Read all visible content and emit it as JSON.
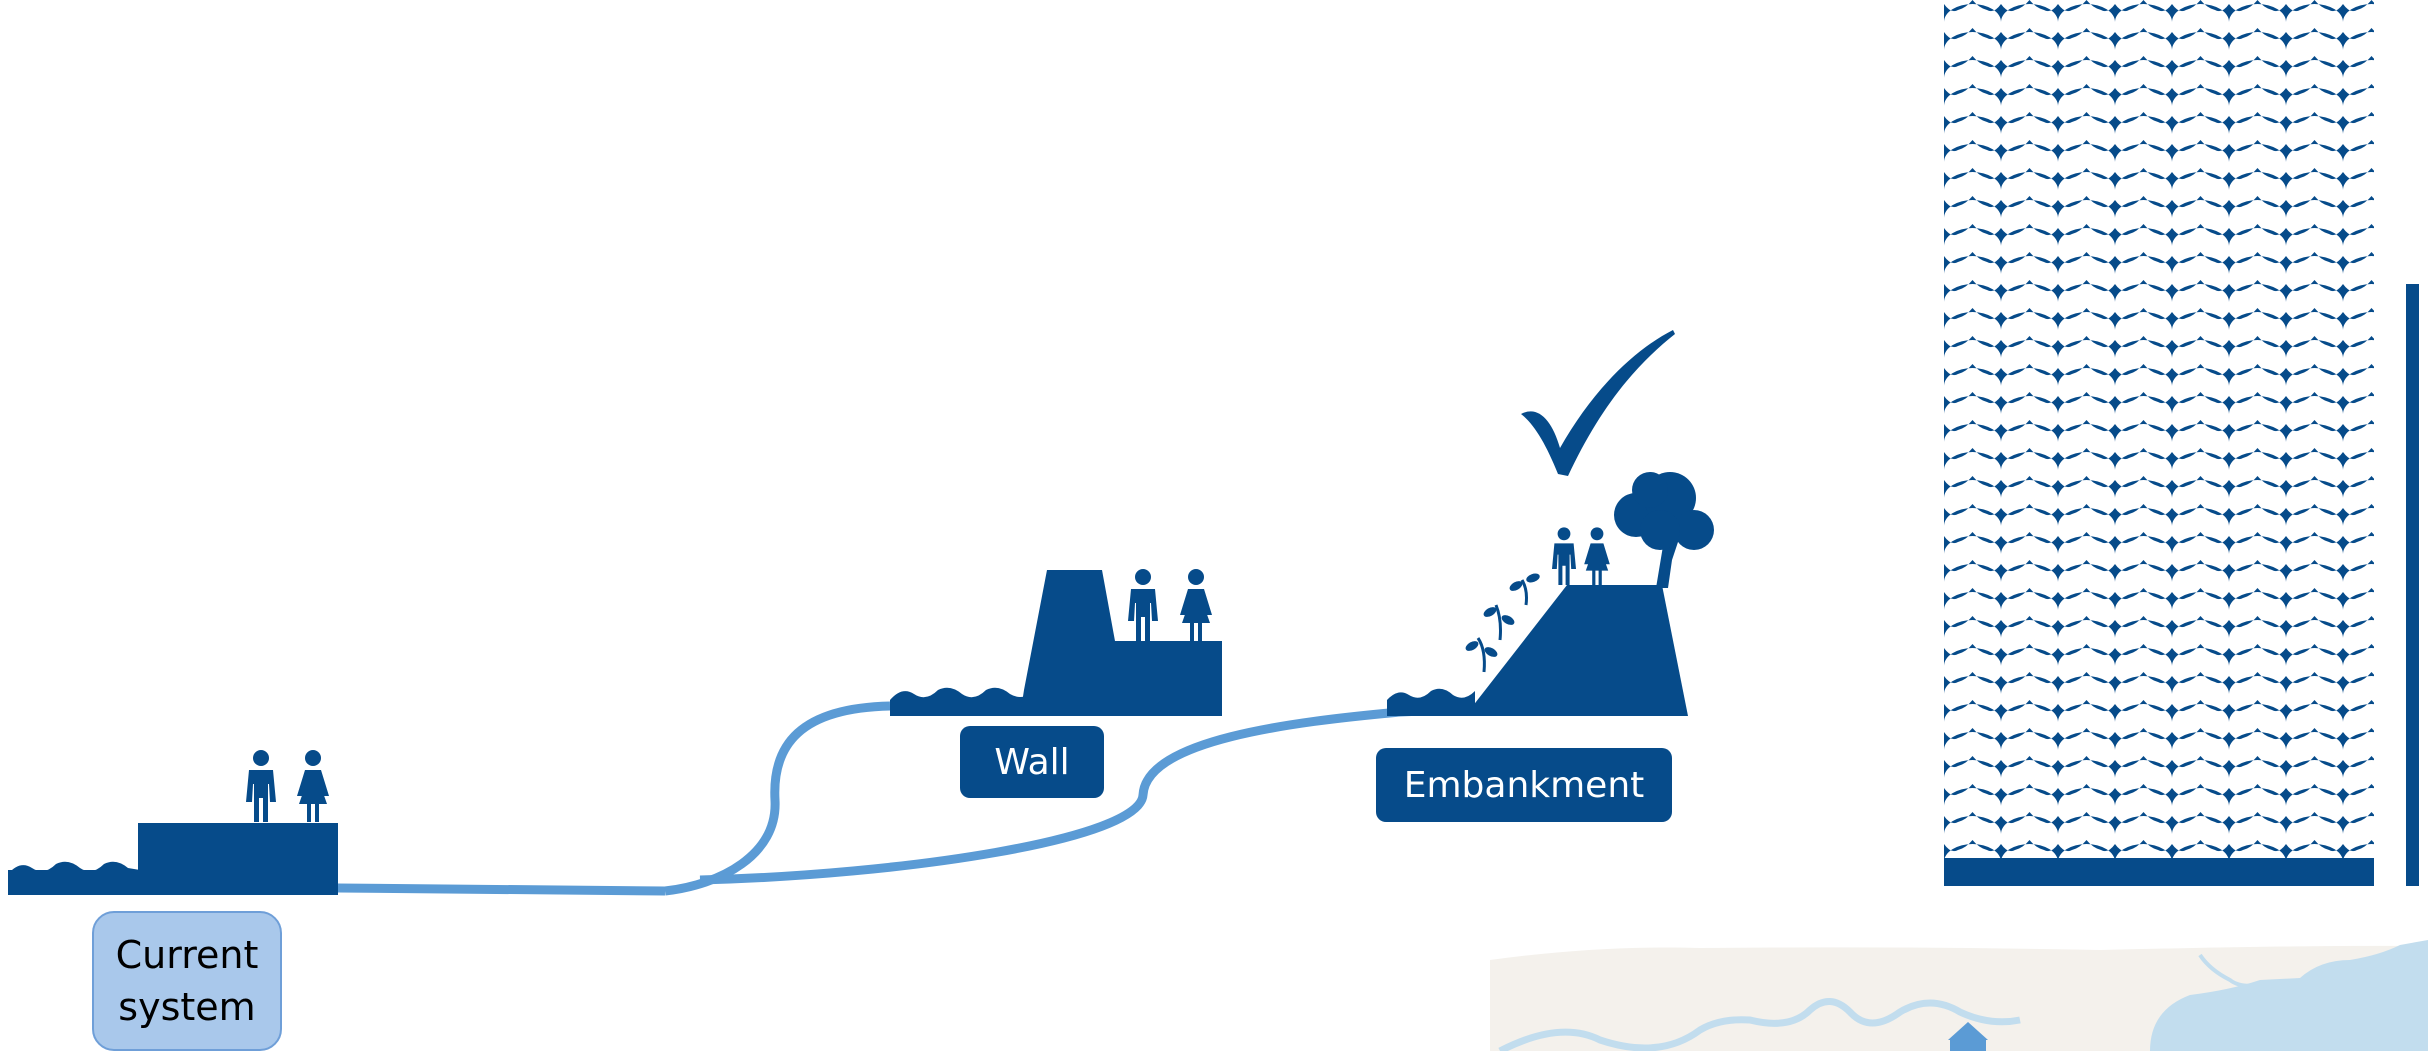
{
  "colors": {
    "dark_blue": "#064B8A",
    "path_blue": "#5B9BD5",
    "light_box_fill": "#A9C8EB",
    "light_box_border": "#6F9FD8",
    "map_water": "#C2DDEE",
    "map_land": "#F4F1EC"
  },
  "icons": [
    "wave-icon",
    "man-icon",
    "woman-icon",
    "tree-icon",
    "sprout-icon",
    "checkmark-icon",
    "tower-icon"
  ],
  "labels": {
    "current_system": "Current\nsystem",
    "wall": "Wall",
    "embankment": "Embankment"
  }
}
